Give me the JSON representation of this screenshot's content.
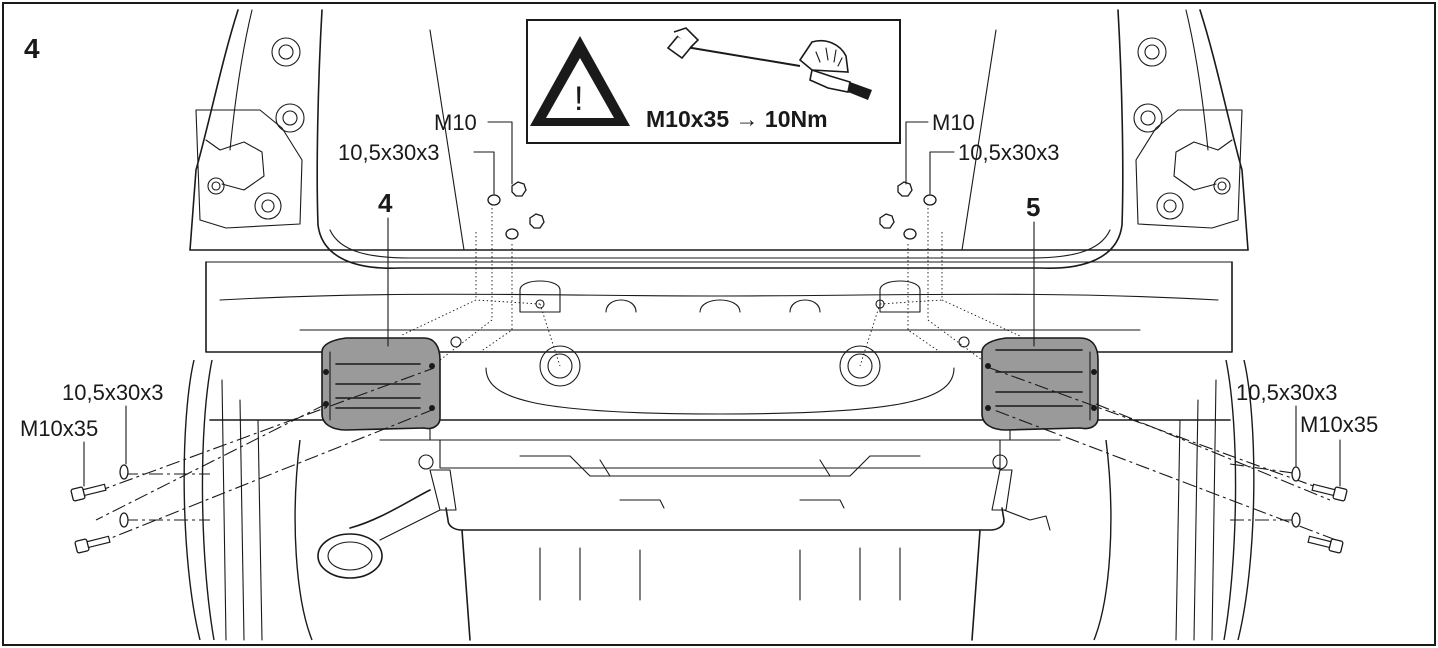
{
  "step_number": "4",
  "warning": {
    "icon": "warning-triangle-icon",
    "tool_icon": "torque-wrench-icon",
    "torque_spec": "M10x35 → 10Nm"
  },
  "parts": {
    "left_bracket": "4",
    "right_bracket": "5"
  },
  "callouts": {
    "top_left_nut": "M10",
    "top_left_washer": "10,5x30x3",
    "top_right_nut": "M10",
    "top_right_washer": "10,5x30x3",
    "left_washer": "10,5x30x3",
    "left_bolt": "M10x35",
    "right_washer": "10,5x30x3",
    "right_bolt": "M10x35"
  },
  "colors": {
    "line": "#1a1a1a",
    "bracket_fill": "#9a9a9a",
    "background": "#ffffff"
  }
}
